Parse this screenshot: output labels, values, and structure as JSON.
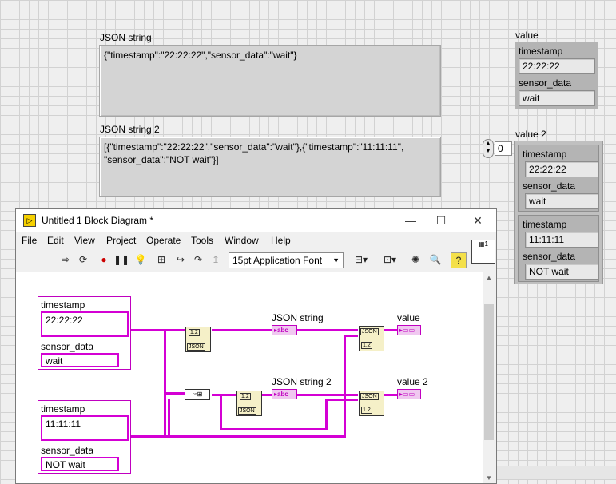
{
  "front_panel": {
    "json_string": {
      "label": "JSON string",
      "value": "{\"timestamp\":\"22:22:22\",\"sensor_data\":\"wait\"}"
    },
    "json_string_2": {
      "label": "JSON string 2",
      "value_line1": "[{\"timestamp\":\"22:22:22\",\"sensor_data\":\"wait\"},{\"timestamp\":\"11:11:11\",",
      "value_line2": "\"sensor_data\":\"NOT wait\"}]"
    },
    "value": {
      "label": "value",
      "timestamp_label": "timestamp",
      "timestamp": "22:22:22",
      "sensor_label": "sensor_data",
      "sensor": "wait"
    },
    "value_2": {
      "label": "value 2",
      "index": "0",
      "items": [
        {
          "timestamp_label": "timestamp",
          "timestamp": "22:22:22",
          "sensor_label": "sensor_data",
          "sensor": "wait"
        },
        {
          "timestamp_label": "timestamp",
          "timestamp": "11:11:11",
          "sensor_label": "sensor_data",
          "sensor": "NOT wait"
        }
      ]
    }
  },
  "window": {
    "title": "Untitled 1 Block Diagram *",
    "menus": [
      "File",
      "Edit",
      "View",
      "Project",
      "Operate",
      "Tools",
      "Window",
      "Help"
    ],
    "font_select": "15pt Application Font"
  },
  "diagram": {
    "cluster1": {
      "timestamp_label": "timestamp",
      "timestamp": "22:22:22",
      "sensor_label": "sensor_data",
      "sensor": "wait"
    },
    "cluster2": {
      "timestamp_label": "timestamp",
      "timestamp": "11:11:11",
      "sensor_label": "sensor_data",
      "sensor": "NOT wait"
    },
    "json_string_label": "JSON string",
    "json_string_2_label": "JSON string 2",
    "value_label": "value",
    "value_2_label": "value 2",
    "abc_terminal": "abc",
    "to_json_node": "JSON",
    "from_json_node": "JSON",
    "node_prefix": "1.2"
  }
}
